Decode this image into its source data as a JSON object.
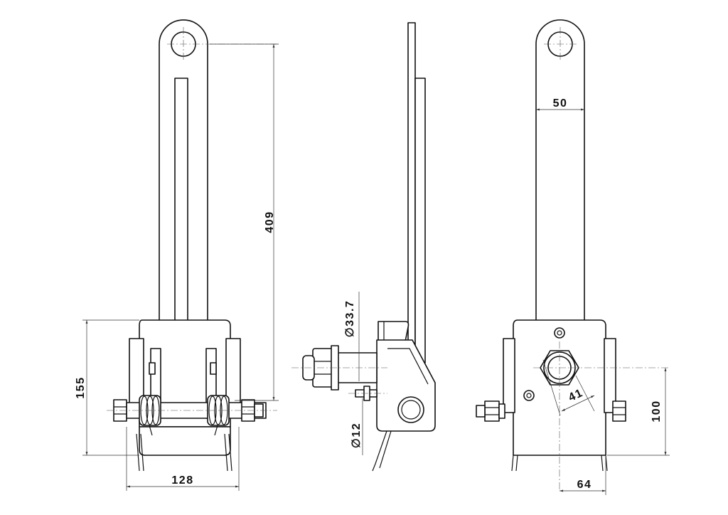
{
  "dimensions": {
    "front_total_height": "409",
    "front_lower_height": "155",
    "front_width": "128",
    "side_tube_diameter": "∅33.7",
    "side_pin_diameter": "∅12",
    "rear_arm_width": "50",
    "rear_socket_size": "41",
    "rear_socket_height": "100",
    "rear_socket_offset": "64"
  }
}
